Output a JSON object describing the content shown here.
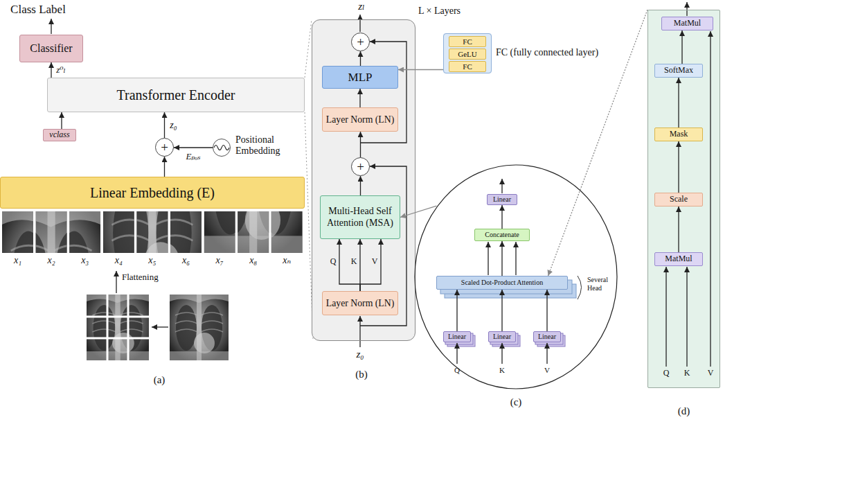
{
  "diagram": {
    "nodes": [
      {
        "text": [
          "Classifier"
        ]
      },
      {
        "text": [
          "Transformer Encoder"
        ]
      },
      {
        "text": [
          "vclass"
        ]
      },
      {
        "text": [
          "+"
        ]
      },
      {
        "text": [
          "Positional Embedding"
        ]
      },
      {
        "text": [
          "Linear Embedding (E)"
        ]
      },
      {
        "text": [
          "L × Layers"
        ]
      },
      {
        "text": [
          "+"
        ],
        "in": 6
      },
      {
        "text": [
          "MLP"
        ],
        "in": 6
      },
      {
        "text": [
          "Layer Norm (LN)"
        ],
        "in": 6
      },
      {
        "text": [
          "+"
        ],
        "in": 6
      },
      {
        "text": [
          "Multi-Head Self Attention (MSA)"
        ],
        "in": 6
      },
      {
        "text": [
          "Layer Norm (LN)"
        ],
        "in": 6
      },
      {
        "text": [
          "FC (fully connected layer)"
        ]
      },
      {
        "text": [
          "FC"
        ],
        "in": 13
      },
      {
        "text": [
          "GeLU"
        ],
        "in": 13
      },
      {
        "text": [
          "FC"
        ],
        "in": 13
      },
      {
        "text": [
          "Several Head"
        ]
      },
      {
        "text": [
          "Linear"
        ],
        "in": 17
      },
      {
        "text": [
          "Concatenate"
        ],
        "in": 17
      },
      {
        "text": [
          "Scaled Dot-Product Attention"
        ],
        "in": 17
      },
      {
        "text": [
          "Linear"
        ],
        "in": 17
      },
      {
        "text": [
          "Linear"
        ],
        "in": 17
      },
      {
        "text": [
          "Linear"
        ],
        "in": 17
      },
      {
        "text": [
          "(d)"
        ]
      },
      {
        "text": [
          "MatMul"
        ],
        "in": 24
      },
      {
        "text": [
          "SoftMax"
        ],
        "in": 24
      },
      {
        "text": [
          "Mask"
        ],
        "in": 24
      },
      {
        "text": [
          "Scale"
        ],
        "in": 24
      },
      {
        "text": [
          "MatMul"
        ],
        "in": 24
      }
    ],
    "edges": [
      {
        "from": 5,
        "to": 3,
        "arrow": "to"
      },
      {
        "from": 4,
        "to": 3,
        "arrow": "to",
        "label": "Eₚₒₛ"
      },
      {
        "from": 3,
        "to": 1,
        "arrow": "to",
        "label": "z₀"
      },
      {
        "from": 2,
        "to": 1,
        "arrow": "to"
      },
      {
        "from": 1,
        "to": 0,
        "arrow": "to",
        "label": "z⁰ₗ"
      },
      {
        "from": 12,
        "to": 11,
        "arrow": "to",
        "label": "Q"
      },
      {
        "from": 12,
        "to": 11,
        "arrow": "to",
        "label": "K"
      },
      {
        "from": 12,
        "to": 11,
        "arrow": "to",
        "label": "V"
      },
      {
        "from": 11,
        "to": 10,
        "arrow": "to"
      },
      {
        "from": 10,
        "to": 9,
        "arrow": "to"
      },
      {
        "from": 9,
        "to": 8,
        "arrow": "to"
      },
      {
        "from": 8,
        "to": 7,
        "arrow": "to"
      },
      {
        "from": 13,
        "to": 8,
        "arrow": "to"
      },
      {
        "from": 17,
        "to": 11,
        "arrow": "to"
      },
      {
        "from": 21,
        "to": 20,
        "arrow": "to"
      },
      {
        "from": 22,
        "to": 20,
        "arrow": "to"
      },
      {
        "from": 23,
        "to": 20,
        "arrow": "to"
      },
      {
        "from": 20,
        "to": 19,
        "arrow": "to"
      },
      {
        "from": 19,
        "to": 18,
        "arrow": "to"
      },
      {
        "from": 24,
        "to": 20,
        "arrow": "to"
      },
      {
        "from": 29,
        "to": 28,
        "arrow": "to"
      },
      {
        "from": 28,
        "to": 27,
        "arrow": "to"
      },
      {
        "from": 27,
        "to": 26,
        "arrow": "to"
      },
      {
        "from": 26,
        "to": 25,
        "arrow": "to"
      }
    ],
    "labels": [
      "Class Label",
      "x₁",
      "x₂",
      "x₃",
      "x₄",
      "x₅",
      "x₆",
      "x₇",
      "x₈",
      "xₙ",
      "Flattening",
      "(a)",
      "zₗ",
      "z₀",
      "(b)",
      "Q",
      "K",
      "V",
      "(c)",
      "Q",
      "K",
      "V"
    ]
  }
}
